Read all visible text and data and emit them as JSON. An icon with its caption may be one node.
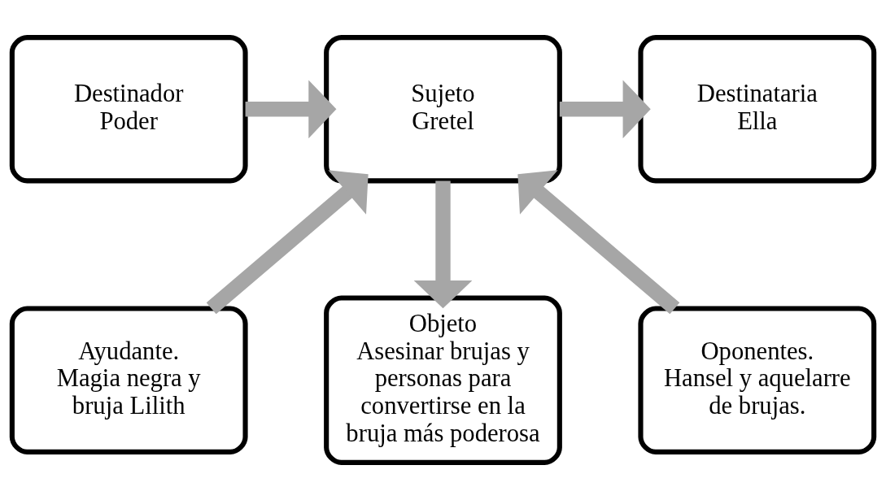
{
  "diagram": {
    "nodes": [
      {
        "text": [
          "Destinador",
          "Poder"
        ]
      },
      {
        "text": [
          "Sujeto",
          "Gretel"
        ]
      },
      {
        "text": [
          "Destinataria",
          "Ella"
        ]
      },
      {
        "text": [
          "Ayudante.",
          "Magia negra y bruja Lilith"
        ]
      },
      {
        "text": [
          "Objeto",
          "Asesinar brujas y personas para convertirse en la bruja más poderosa"
        ]
      },
      {
        "text": [
          "Oponentes.",
          "Hansel y aquelarre de brujas."
        ]
      }
    ],
    "edges": [
      {
        "from": 0,
        "to": 1,
        "arrow": "to"
      },
      {
        "from": 1,
        "to": 2,
        "arrow": "to"
      },
      {
        "from": 1,
        "to": 4,
        "arrow": "to"
      },
      {
        "from": 3,
        "to": 1,
        "arrow": "to"
      },
      {
        "from": 5,
        "to": 1,
        "arrow": "to"
      }
    ]
  }
}
